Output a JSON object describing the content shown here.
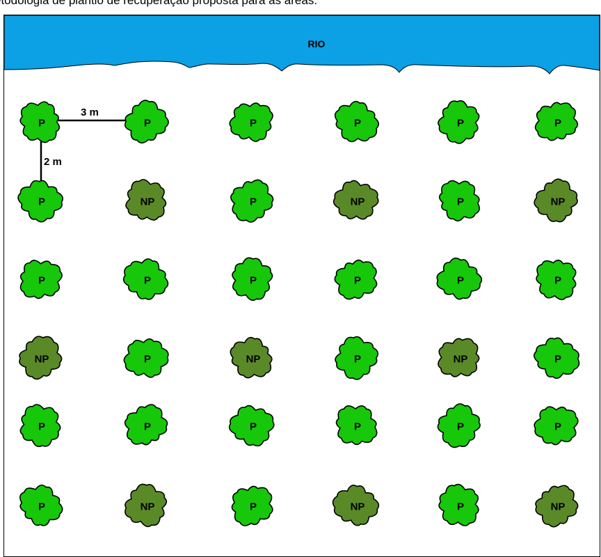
{
  "caption": "etodologia de plantio de recuperação proposta para as áreas.",
  "river_label": "RIO",
  "spacing": {
    "horizontal_label": "3 m",
    "vertical_label": "2 m"
  },
  "colors": {
    "river": "#0ca0e4",
    "pioneer": "#16c70a",
    "non_pioneer": "#5a8a28",
    "outline": "#000000"
  },
  "legend_codes": {
    "pioneer": "P",
    "non_pioneer": "NP"
  },
  "grid": [
    [
      "P",
      "P",
      "P",
      "P",
      "P",
      "P"
    ],
    [
      "P",
      "NP",
      "P",
      "NP",
      "P",
      "NP"
    ],
    [
      "P",
      "P",
      "P",
      "P",
      "P",
      "P"
    ],
    [
      "NP",
      "P",
      "NP",
      "P",
      "NP",
      "P"
    ],
    [
      "P",
      "P",
      "P",
      "P",
      "P",
      "P"
    ],
    [
      "P",
      "NP",
      "P",
      "NP",
      "P",
      "NP"
    ]
  ]
}
